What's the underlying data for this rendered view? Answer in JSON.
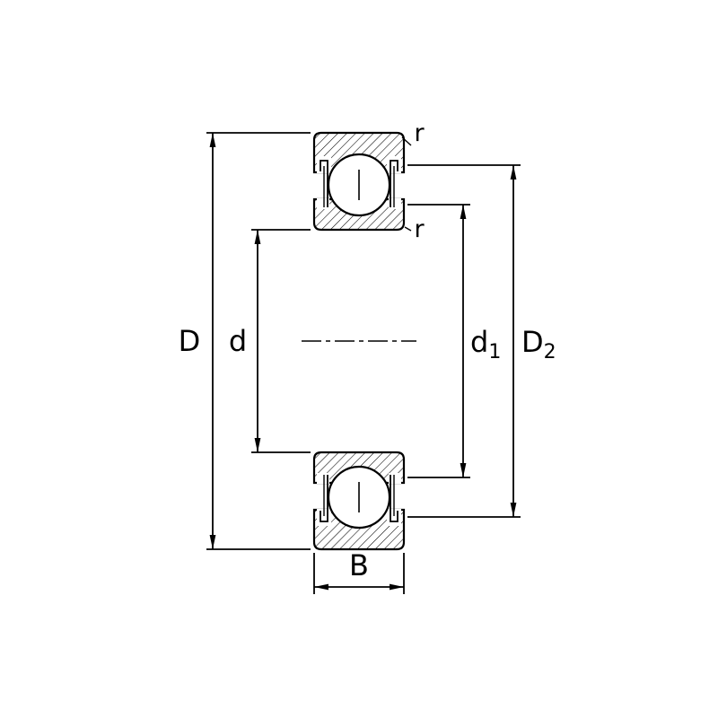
{
  "diagram": {
    "labels": {
      "outer_diameter": "D",
      "bore_diameter": "d",
      "recess_diameter_main": "d",
      "recess_diameter_sub": "1",
      "shoulder_diameter_main": "D",
      "shoulder_diameter_sub": "2",
      "width": "B",
      "fillet_outer": "r",
      "fillet_inner": "r"
    },
    "colors": {
      "line": "#000000",
      "background": "#ffffff"
    }
  }
}
